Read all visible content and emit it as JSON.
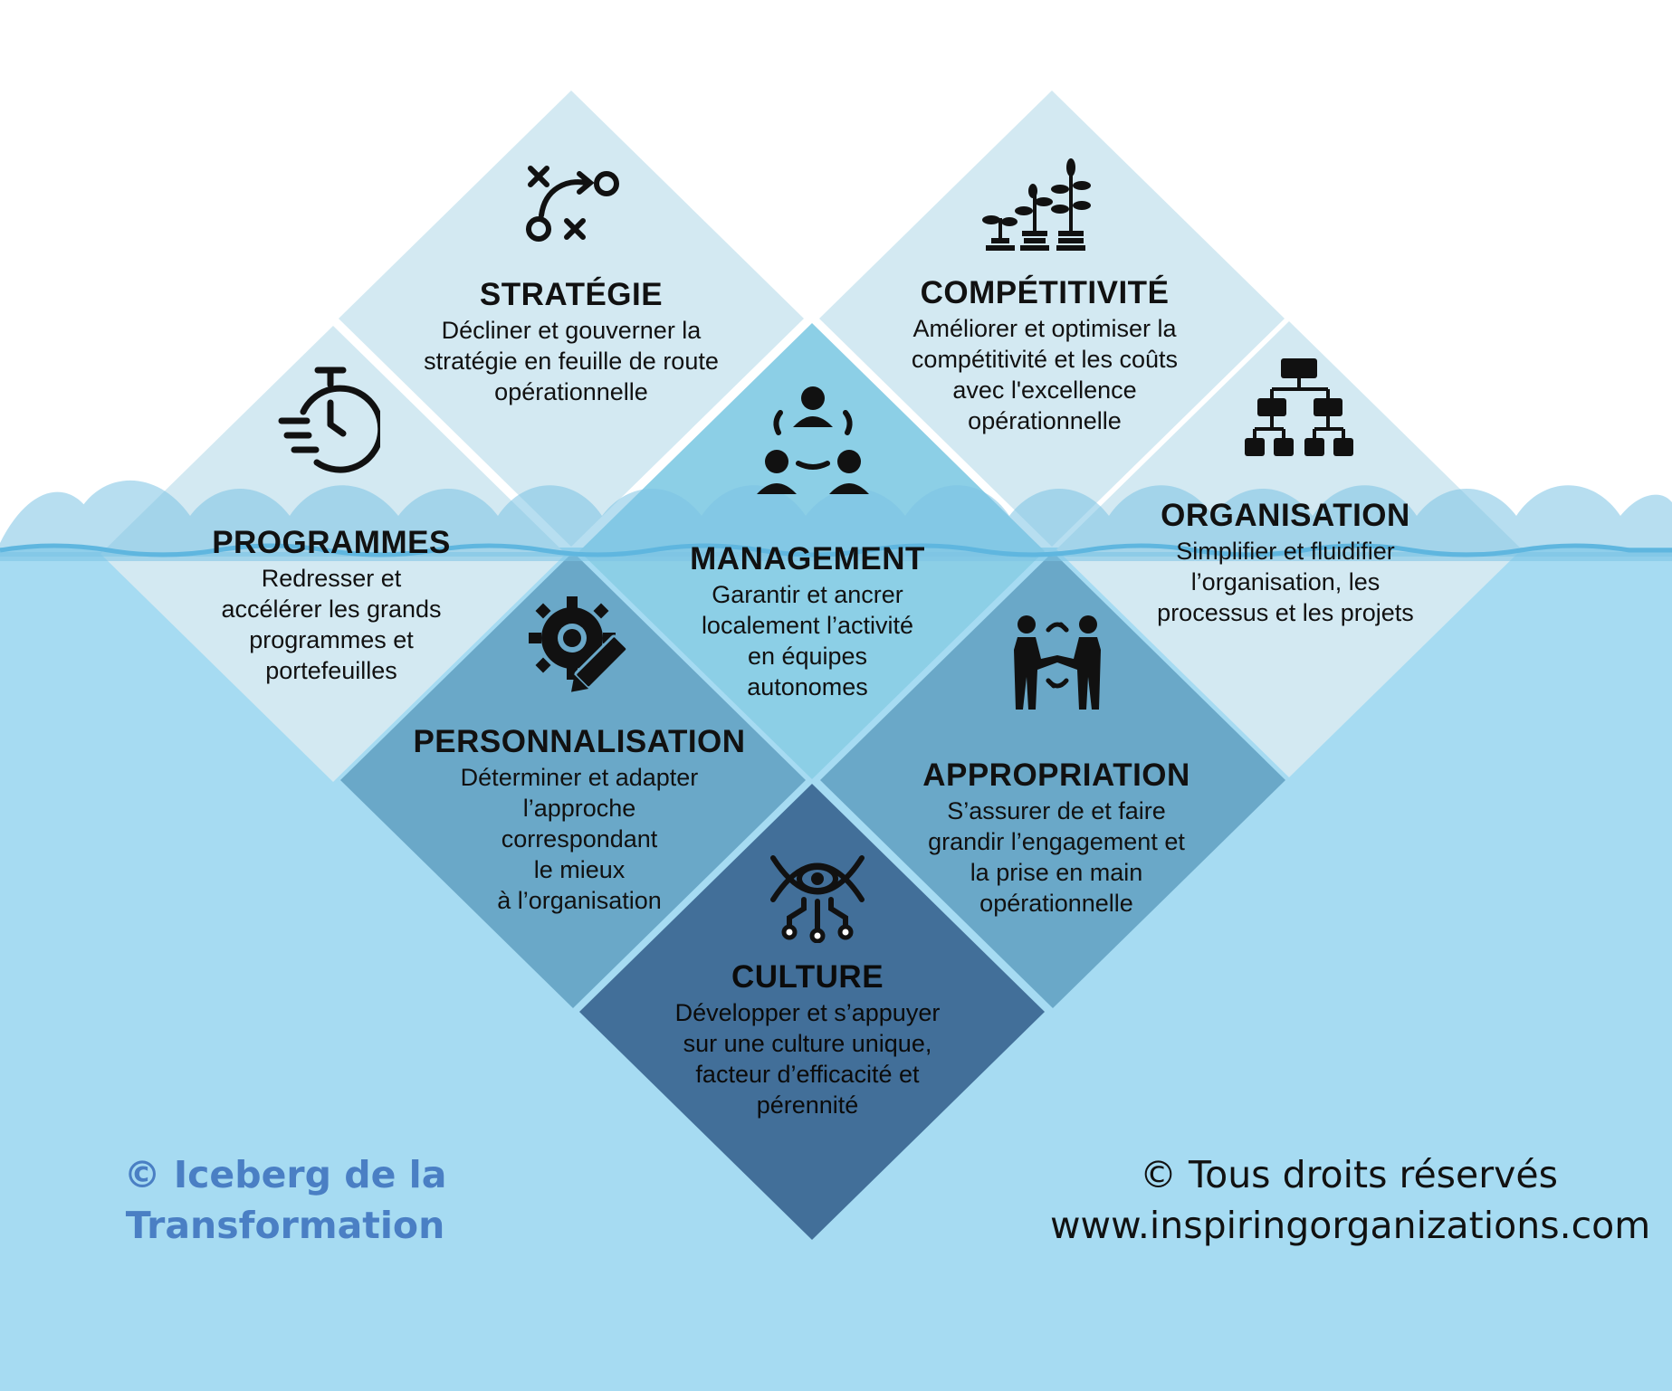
{
  "colors": {
    "sky": "#ffffff",
    "water": "#a6dbf2",
    "wave": "#7cc3e3",
    "tile_above": "#d3e9f2",
    "tile_management": "#8ccfe6",
    "tile_mid": "#6aa8c8",
    "tile_culture": "#426f99",
    "footer_brand": "#4a7fc4"
  },
  "blocks": [
    {
      "id": "strategie",
      "icon": "strategy-play-icon",
      "title": "STRATÉGIE",
      "lines": [
        "Décliner et gouverner la",
        "stratégie en feuille de route",
        "opérationnelle"
      ]
    },
    {
      "id": "competitivite",
      "icon": "growing-plants-icon",
      "title": "COMPÉTITIVITÉ",
      "lines": [
        "Améliorer et optimiser la",
        "compétitivité et les coûts",
        "avec l'excellence",
        "opérationnelle"
      ]
    },
    {
      "id": "programmes",
      "icon": "stopwatch-icon",
      "title": "PROGRAMMES",
      "lines": [
        "Redresser et",
        "accélérer les grands",
        "programmes et",
        "portefeuilles"
      ]
    },
    {
      "id": "management",
      "icon": "team-circle-icon",
      "title": "MANAGEMENT",
      "lines": [
        "Garantir et ancrer",
        "localement l’activité",
        "en équipes",
        "autonomes"
      ]
    },
    {
      "id": "organisation",
      "icon": "org-chart-icon",
      "title": "ORGANISATION",
      "lines": [
        "Simplifier et fluidifier",
        "l’organisation, les",
        "processus et les projets"
      ]
    },
    {
      "id": "personnalisation",
      "icon": "gear-pen-icon",
      "title": "PERSONNALISATION",
      "lines": [
        "Déterminer et adapter",
        "l’approche",
        "correspondant",
        "le mieux",
        "à l’organisation"
      ]
    },
    {
      "id": "appropriation",
      "icon": "handshake-exchange-icon",
      "title": "APPROPRIATION",
      "lines": [
        "S’assurer de et faire",
        "grandir l’engagement et",
        "la prise en main",
        "opérationnelle"
      ]
    },
    {
      "id": "culture",
      "icon": "dna-eye-icon",
      "title": "CULTURE",
      "lines": [
        "Développer et s’appuyer",
        "sur une culture unique,",
        "facteur d’efficacité et",
        "pérennité"
      ]
    }
  ],
  "footer": {
    "left_line1": "© Iceberg de la",
    "left_line2": "Transformation",
    "right_line1": "© Tous droits réservés",
    "right_line2": "www.inspiringorganizations.com"
  }
}
